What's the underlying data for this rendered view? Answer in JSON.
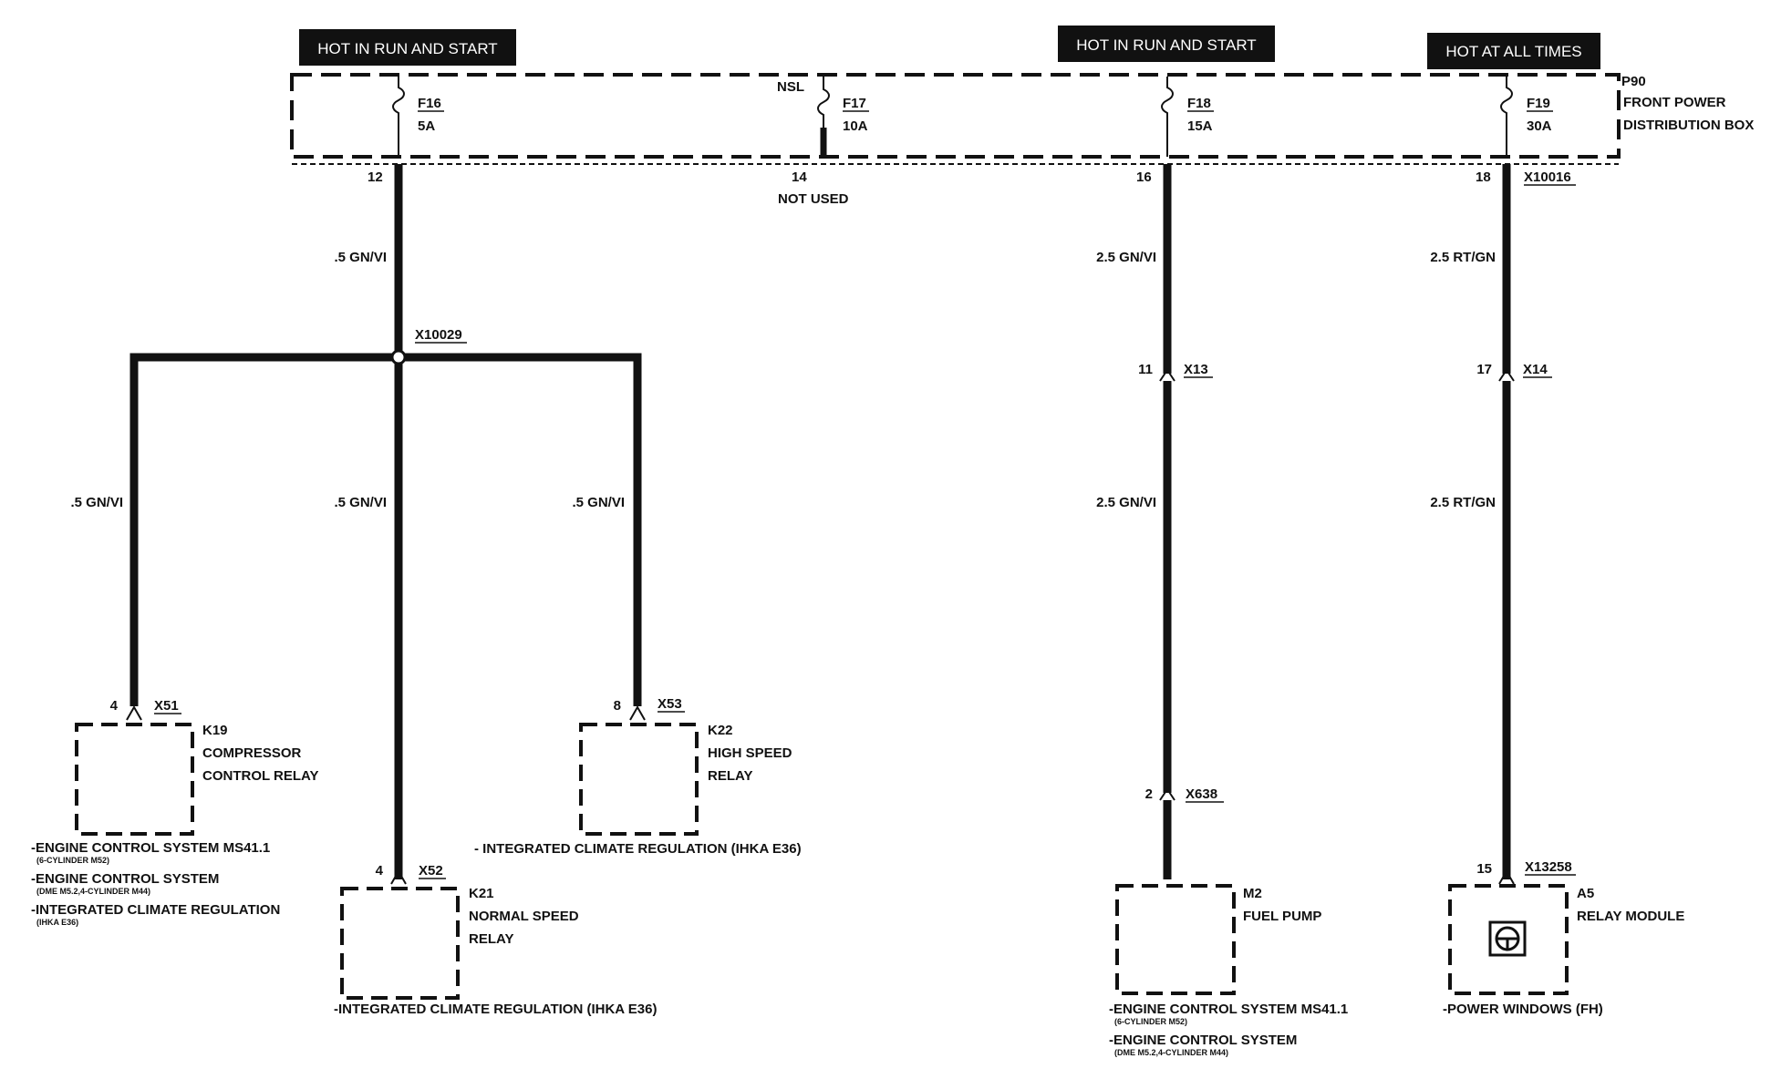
{
  "banners": {
    "run_start_left": "HOT IN RUN AND START",
    "run_start_right": "HOT IN RUN AND START",
    "all_times": "HOT AT ALL TIMES"
  },
  "pdb": {
    "id": "P90",
    "name_line1": "FRONT POWER",
    "name_line2": "DISTRIBUTION BOX",
    "nsl": "NSL"
  },
  "fuses": [
    {
      "id": "F16",
      "rating": "5A",
      "pin": "12"
    },
    {
      "id": "F17",
      "rating": "10A",
      "pin": "14",
      "note": "NOT USED"
    },
    {
      "id": "F18",
      "rating": "15A",
      "pin": "16"
    },
    {
      "id": "F19",
      "rating": "30A",
      "pin": "18",
      "connector": "X10016"
    }
  ],
  "wires": {
    "f16_out": ".5 GN/VI",
    "k19_feed": ".5 GN/VI",
    "k21_feed": ".5 GN/VI",
    "k22_feed": ".5 GN/VI",
    "f18_upper": "2.5 GN/VI",
    "f18_lower": "2.5 GN/VI",
    "f19_upper": "2.5 RT/GN",
    "f19_lower": "2.5 RT/GN"
  },
  "splice": "X10029",
  "inline_connectors": {
    "x13": {
      "id": "X13",
      "pin": "11"
    },
    "x14": {
      "id": "X14",
      "pin": "17"
    },
    "x638": {
      "id": "X638",
      "pin": "2"
    }
  },
  "components": {
    "k19": {
      "pin": "4",
      "connector": "X51",
      "id": "K19",
      "line1": "COMPRESSOR",
      "line2": "CONTROL RELAY"
    },
    "k22": {
      "pin": "8",
      "connector": "X53",
      "id": "K22",
      "line1": "HIGH SPEED",
      "line2": "RELAY"
    },
    "k21": {
      "pin": "4",
      "connector": "X52",
      "id": "K21",
      "line1": "NORMAL SPEED",
      "line2": "RELAY"
    },
    "m2": {
      "id": "M2",
      "line1": "FUEL PUMP"
    },
    "a5": {
      "pin": "15",
      "connector": "X13258",
      "id": "A5",
      "line1": "RELAY MODULE"
    }
  },
  "notes": {
    "k19_1": "-ENGINE CONTROL SYSTEM MS41.1",
    "k19_1s": "(6-CYLINDER M52)",
    "k19_2": "-ENGINE CONTROL SYSTEM",
    "k19_2s": "(DME M5.2,4-CYLINDER M44)",
    "k19_3": "-INTEGRATED CLIMATE REGULATION",
    "k19_3s": "(IHKA E36)",
    "k22": "- INTEGRATED CLIMATE REGULATION (IHKA E36)",
    "k21": "-INTEGRATED CLIMATE REGULATION (IHKA E36)",
    "m2_1": "-ENGINE CONTROL SYSTEM MS41.1",
    "m2_1s": "(6-CYLINDER M52)",
    "m2_2": "-ENGINE CONTROL SYSTEM",
    "m2_2s": "(DME M5.2,4-CYLINDER M44)",
    "a5": "-POWER WINDOWS (FH)"
  }
}
